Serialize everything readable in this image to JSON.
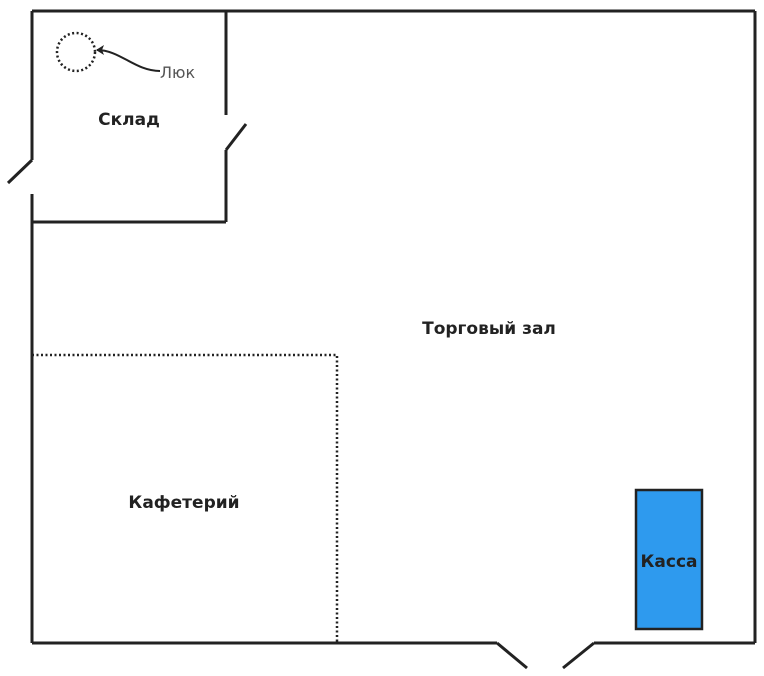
{
  "diagram": {
    "type": "floor-plan",
    "rooms": {
      "storage": {
        "label": "Склад"
      },
      "hall": {
        "label": "Торговый зал"
      },
      "cafeteria": {
        "label": "Кафетерий",
        "boundary": "dotted"
      },
      "cashier": {
        "label": "Касса",
        "fill_color": "#2e9aee"
      }
    },
    "annotations": {
      "hatch": {
        "label": "Люк",
        "shape": "dotted-circle"
      }
    },
    "colors": {
      "wall": "#222222",
      "background": "#ffffff",
      "cashier_fill": "#2e9aee",
      "annotation_text": "#555555"
    }
  }
}
